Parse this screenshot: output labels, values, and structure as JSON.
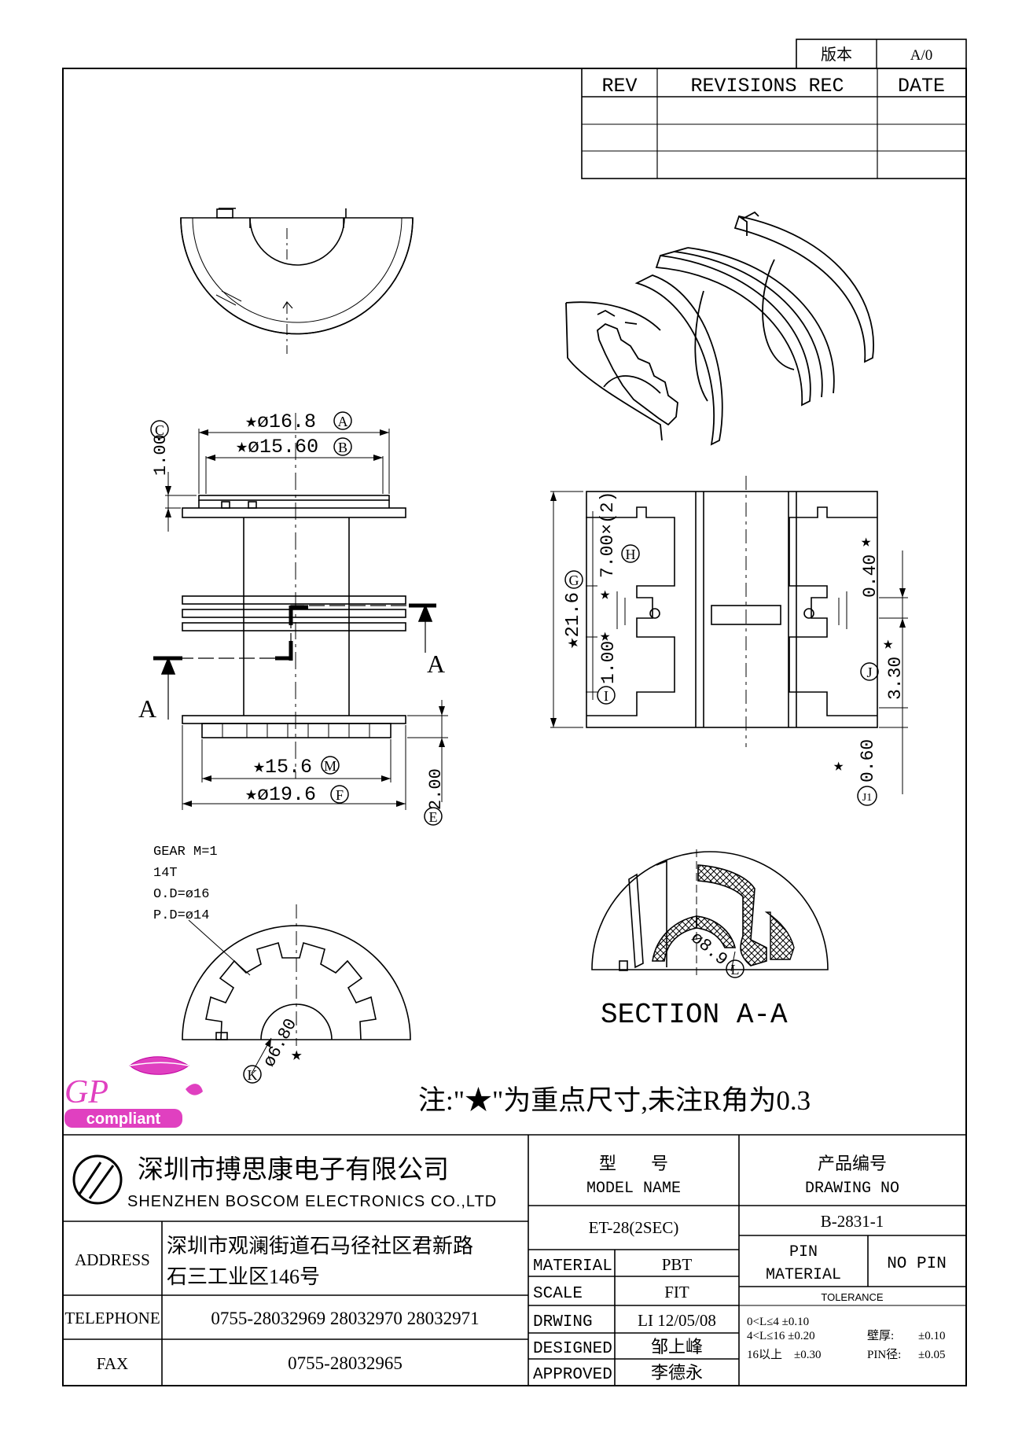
{
  "version_box": {
    "label": "版本",
    "value": "A/0"
  },
  "revision_table": {
    "rev": "REV",
    "record": "REVISIONS REC",
    "date": "DATE"
  },
  "dims": {
    "phi_a": "★ø16.8",
    "a": "A",
    "phi_b": "★ø15.60",
    "b": "B",
    "c": "C",
    "c_val": "1.00",
    "m_val": "★15.6",
    "m": "M",
    "f_val": "★ø19.6",
    "f": "F",
    "e": "E",
    "e_val": "2.00",
    "g_val": "★21.6",
    "g": "G",
    "h_val": "7.00×(2)",
    "h_star": "★",
    "h": "H",
    "i_val": "1.00",
    "i_star": "★",
    "i": "I",
    "top_val": "0.40",
    "top_star": "★",
    "j_val": "3.30",
    "j_star": "★",
    "j": "J",
    "j1_star": "★",
    "j1_val": "0.60",
    "j1": "J1",
    "k_val": "ø6.80",
    "k_star": "★",
    "k": "K",
    "l_val": "ø8.9",
    "l": "L",
    "section_a": "A"
  },
  "gear_notes": [
    "GEAR M=1",
    "14T",
    "O.D=ø16",
    "P.D=ø14"
  ],
  "section_title": "SECTION A-A",
  "note": "注:\"★\"为重点尺寸,未注R角为0.3",
  "logo": {
    "gp": "GP",
    "compliant": "compliant"
  },
  "title_block": {
    "company_cn": "深圳市搏思康电子有限公司",
    "company_en": "SHENZHEN BOSCOM ELECTRONICS CO.,LTD",
    "model_cn": "型　　号",
    "model_en": "MODEL NAME",
    "model_value": "ET-28(2SEC)",
    "drawing_cn": "产品编号",
    "drawing_en": "DRAWING NO",
    "drawing_value": "B-2831-1",
    "address_label": "ADDRESS",
    "address_line1": "深圳市观澜街道石马径社区君新路",
    "address_line2": "石三工业区146号",
    "telephone_label": "TELEPHONE",
    "telephone_value": "0755-28032969 28032970 28032971",
    "fax_label": "FAX",
    "fax_value": "0755-28032965",
    "material_label": "MATERIAL",
    "material_value": "PBT",
    "scale_label": "SCALE",
    "scale_value": "FIT",
    "drwing_label": "DRWING",
    "drwing_value": "LI 12/05/08",
    "designed_label": "DESIGNED",
    "designed_value": "邹上峰",
    "approved_label": "APPROVED",
    "approved_value": "李德永",
    "pin_material_label1": "PIN",
    "pin_material_label2": "MATERIAL",
    "pin_material_value": "NO PIN",
    "tolerance_label": "TOLERANCE",
    "tol_1": "0<L≤4 ±0.10",
    "tol_2": "4<L≤16 ±0.20",
    "tol_3": "16以上　±0.30",
    "wall_label": "壁厚:",
    "wall_value": "±0.10",
    "pin_dia_label": "PIN径:",
    "pin_dia_value": "±0.05"
  }
}
